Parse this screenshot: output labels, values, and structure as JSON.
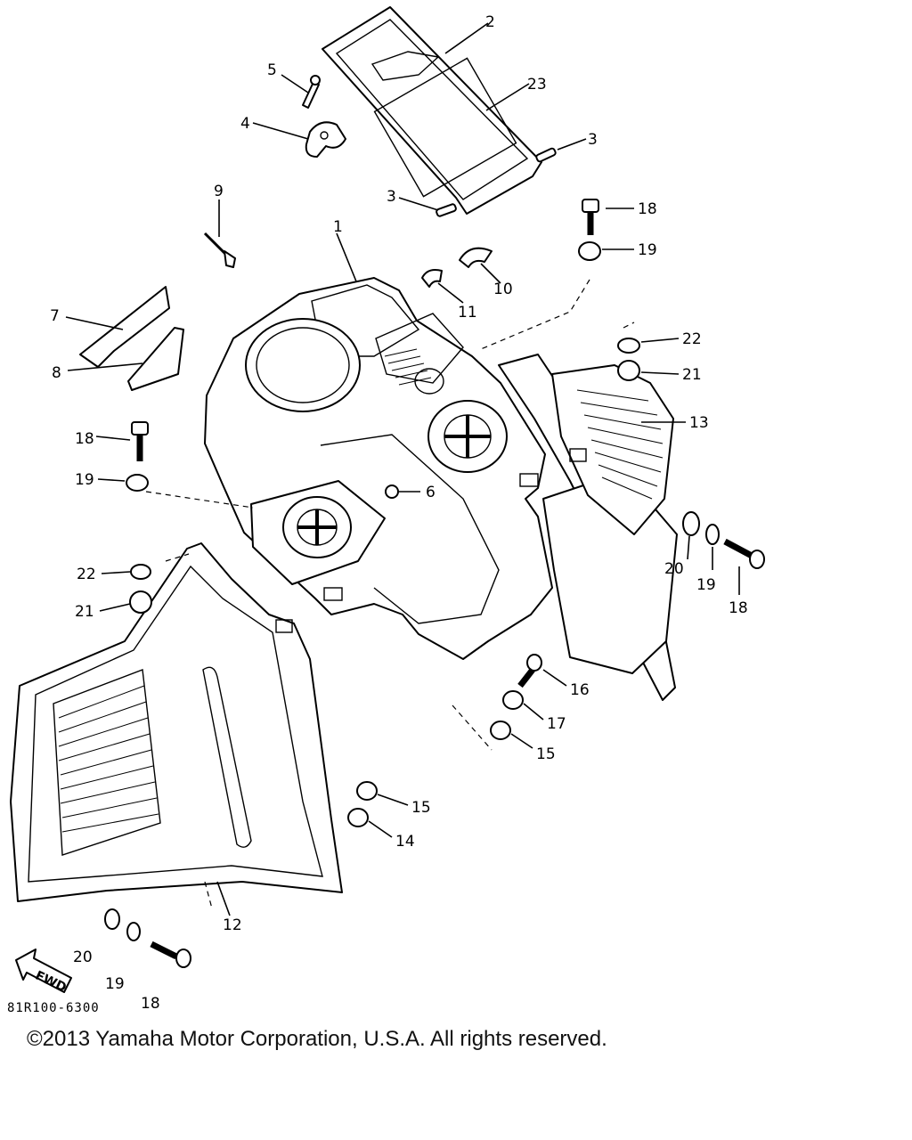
{
  "drawing_code": "81R100-6300",
  "copyright": "©2013 Yamaha Motor Corporation, U.S.A. All rights reserved.",
  "fwd_label": "FWD",
  "callouts": {
    "n1": "1",
    "n2": "2",
    "n3a": "3",
    "n3b": "3",
    "n4": "4",
    "n5": "5",
    "n6a": "6",
    "n7": "7",
    "n8": "8",
    "n9": "9",
    "n10": "10",
    "n11": "11",
    "n12": "12",
    "n13": "13",
    "n14": "14",
    "n15a": "15",
    "n15b": "15",
    "n16": "16",
    "n17": "17",
    "n18a": "18",
    "n18b": "18",
    "n18c": "18",
    "n18d": "18",
    "n19a": "19",
    "n19b": "19",
    "n19c": "19",
    "n19d": "19",
    "n20a": "20",
    "n20b": "20",
    "n21a": "21",
    "n21b": "21",
    "n22a": "22",
    "n22b": "22",
    "n23": "23"
  }
}
